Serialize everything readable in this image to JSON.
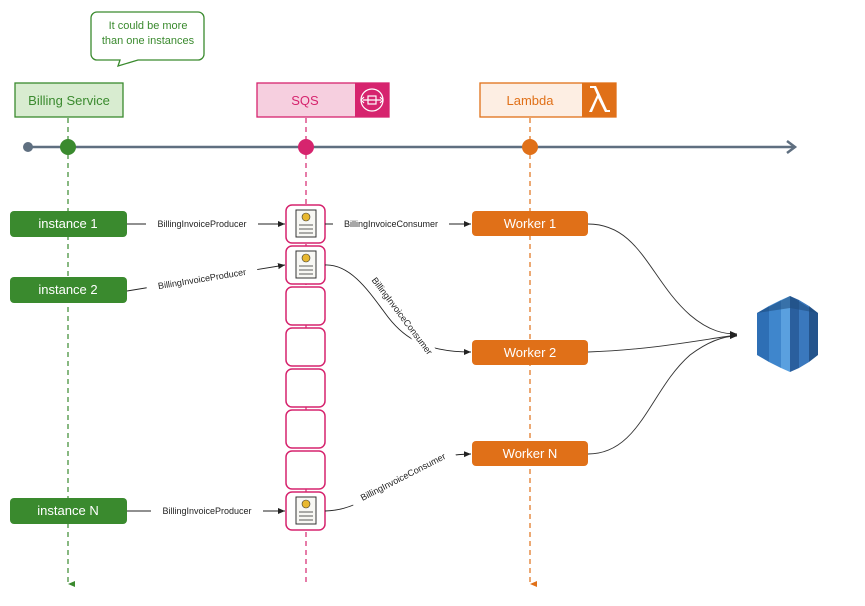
{
  "callout": {
    "line1": "It could be more",
    "line2": "than one instances"
  },
  "lanes": {
    "billing": {
      "title": "Billing Service"
    },
    "sqs": {
      "title": "SQS",
      "icon": "sqs-queue-icon"
    },
    "lambda": {
      "title": "Lambda",
      "icon": "lambda-icon"
    }
  },
  "instances": [
    {
      "label": "instance 1"
    },
    {
      "label": "instance 2"
    },
    {
      "label": "instance N"
    }
  ],
  "workers": [
    {
      "label": "Worker 1"
    },
    {
      "label": "Worker 2"
    },
    {
      "label": "Worker N"
    }
  ],
  "edges": {
    "producer_1": "BillingInvoiceProducer",
    "producer_2": "BillingInvoiceProducer",
    "producer_n": "BillingInvoiceProducer",
    "consumer_1": "BillingInvoiceConsumer",
    "consumer_2": "BillingInvoiceConsumer",
    "consumer_n": "BillingInvoiceConsumer"
  },
  "database": {
    "icon": "database-icon"
  },
  "colors": {
    "green": "#3a8a2e",
    "green_light": "#d8ecd0",
    "pink": "#d6246e",
    "pink_light": "#f6cfdf",
    "orange": "#e07018",
    "orange_light": "#fdeee3",
    "timeline": "#5f6f80",
    "db_blue": "#2e6fb5"
  }
}
